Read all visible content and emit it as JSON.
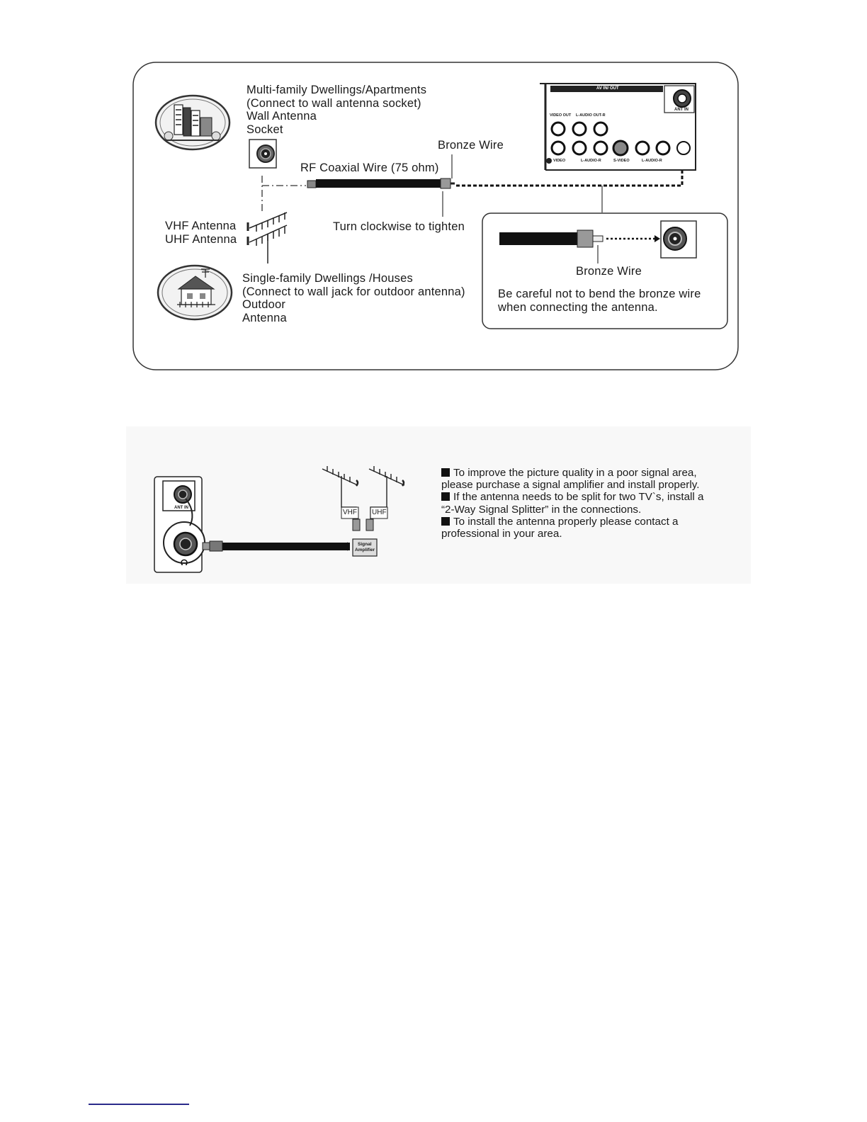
{
  "diagram1": {
    "multi_family": {
      "title": "Multi-family Dwellings/Apartments",
      "subtitle": "(Connect to wall antenna socket)",
      "wall_line1": "Wall Antenna",
      "wall_line2": "Socket"
    },
    "bronze_wire_top": "Bronze Wire",
    "rf_coaxial": "RF Coaxial Wire (75 ohm)",
    "turn_clockwise": "Turn clockwise to tighten",
    "vhf_antenna": "VHF Antenna",
    "uhf_antenna": "UHF Antenna",
    "single_family": {
      "title": "Single-family Dwellings /Houses",
      "subtitle": "(Connect to wall jack for outdoor antenna)",
      "outdoor_line1": "Outdoor",
      "outdoor_line2": "Antenna"
    },
    "inset": {
      "bronze_wire": "Bronze Wire",
      "caution_line1": "Be careful not to bend the bronze wire",
      "caution_line2": "when connecting the antenna."
    },
    "tv_panel": {
      "header": "AV IN/ OUT",
      "ant_in": "ANT IN",
      "video_out": "VIDEO OUT",
      "audio_out": "L-AUDIO OUT-R",
      "video": "VIDEO",
      "audio_in": "L-AUDIO-R",
      "svideo": "S-VIDEO",
      "audio_in2": "L-AUDIO-R"
    }
  },
  "diagram2": {
    "ant_in": "ANT IN",
    "vhf": "VHF",
    "uhf": "UHF",
    "amp_line1": "Signal",
    "amp_line2": "Amplifier",
    "notes": {
      "n1_line1": "To improve the picture quality in a poor signal area,",
      "n1_line2": "please purchase a signal amplifier and install properly.",
      "n2_line1": "If the antenna needs to be split for two TV`s, install a",
      "n2_line2": "“2-Way Signal Splitter” in the connections.",
      "n3_line1": "To install the antenna properly please contact a",
      "n3_line2": "professional in your area."
    }
  }
}
